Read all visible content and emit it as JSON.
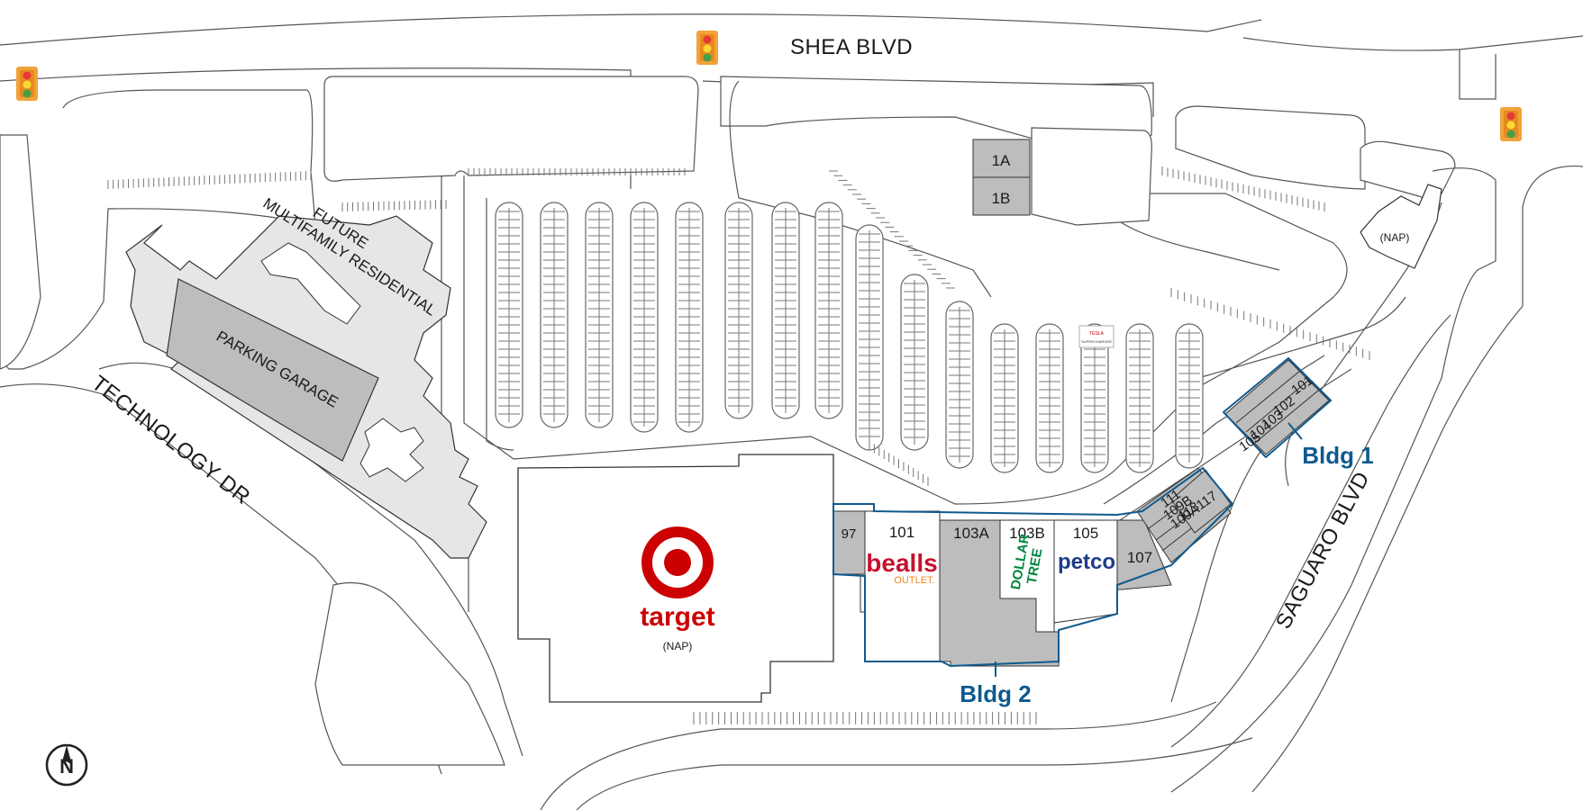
{
  "roads": {
    "shea": "SHEA BLVD",
    "technology": "TECHNOLOGY DR",
    "saguaro": "SAGUARO BLVD"
  },
  "areas": {
    "future_line1": "FUTURE",
    "future_line2": "MULTIFAMILY RESIDENTIAL",
    "garage": "PARKING GARAGE"
  },
  "pads": {
    "pad_1a": "1A",
    "pad_1b": "1B",
    "nap_right": "(NAP)"
  },
  "anchors": {
    "target_name": "target",
    "target_nap": "(NAP)",
    "bealls_name": "bealls",
    "bealls_sub": "OUTLET.",
    "dollar_line1": "DOLLAR",
    "dollar_line2": "TREE",
    "petco_name": "petco",
    "tesla_line1": "TESLA",
    "tesla_line2": "SUPERCHARGER"
  },
  "building1": {
    "label": "Bldg 1",
    "units": [
      "101",
      "102",
      "103",
      "104",
      "105"
    ]
  },
  "building2": {
    "label": "Bldg 2",
    "units": {
      "u97": "97",
      "u101": "101",
      "u103a": "103A",
      "u103b": "103B",
      "u105": "105",
      "u107": "107",
      "u109a": "109A",
      "u109b": "109B",
      "u111": "111",
      "u113": "113",
      "u117": "117"
    }
  },
  "compass": {
    "letter": "N"
  },
  "colors": {
    "bldg_blue": "#0f5a8e",
    "target_red": "#cc0000",
    "bealls_red": "#c8102e",
    "bealls_orange": "#f08a24",
    "dollar_green": "#00873e",
    "petco_navy": "#1f3c88",
    "unit_gray": "#bdbdbd",
    "area_gray": "#e6e6e6"
  }
}
